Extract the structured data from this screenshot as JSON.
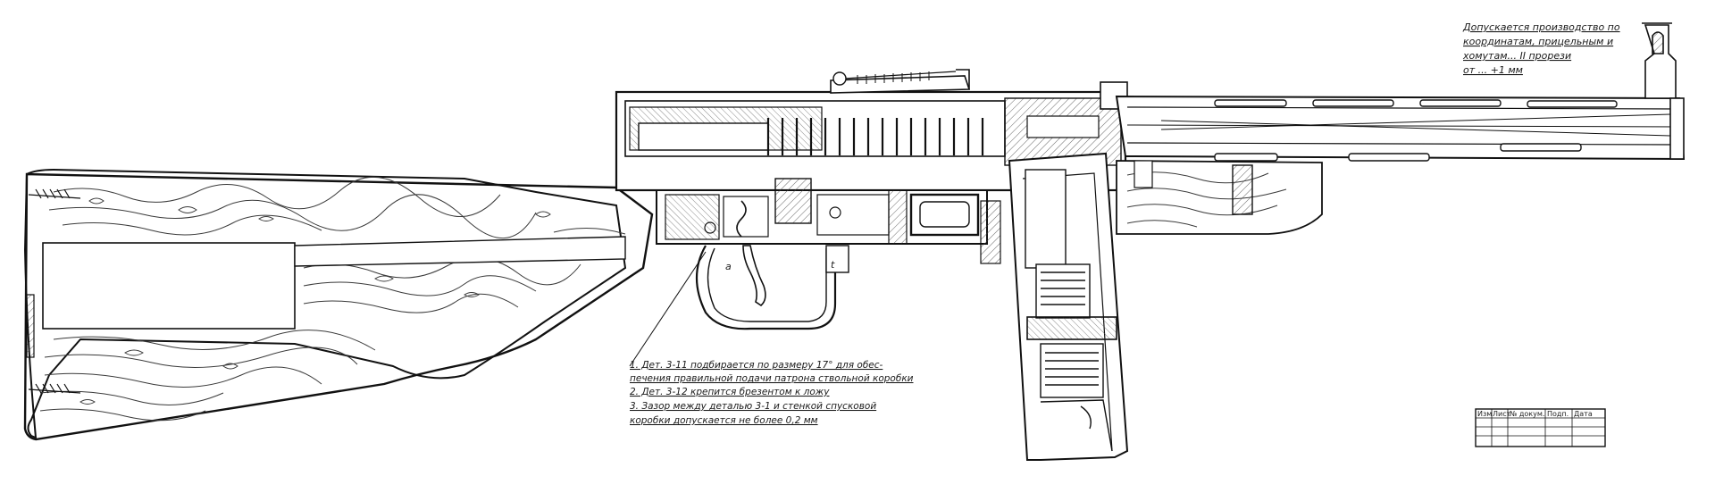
{
  "tolerance_note": {
    "lines": [
      "Допускается производство по",
      "координатам, прицельным и",
      "хомутам... II прорези",
      "от ... +1 мм"
    ]
  },
  "assembly_notes": {
    "lines": [
      "1. Дет. 3-11 подбирается по размеру 17° для обес-",
      "печения правильной подачи патрона ствольной коробки",
      "2. Дет. 3-12 крепится брезентом к ложу",
      "3. Зазор между деталью 3-1 и стенкой спусковой",
      "коробки допускается не более 0,2 мм"
    ]
  },
  "part_labels": {
    "a": "a",
    "b": "t"
  },
  "title_block": {
    "cells": [
      "Изм",
      "Лист",
      "№ докум.",
      "Подп.",
      "Дата"
    ]
  },
  "colors": {
    "ink": "#1a1a1a",
    "paper": "#ffffff",
    "wood_grain": "#3a3a3a"
  }
}
